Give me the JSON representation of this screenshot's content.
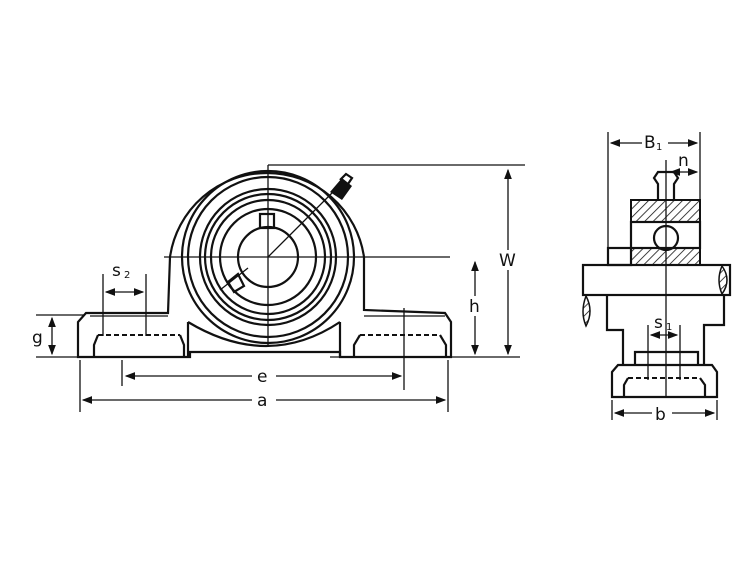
{
  "title": "Pillow block bearing dimension drawing",
  "front_view": {
    "labels": {
      "s2": "s",
      "s2_sub": "2",
      "g": "g",
      "e": "e",
      "a": "a",
      "h": "h",
      "W": "W"
    }
  },
  "side_view": {
    "labels": {
      "B1": "B",
      "B1_sub": "1",
      "n": "n",
      "s1": "s",
      "s1_sub": "1",
      "b": "b"
    }
  },
  "colors": {
    "line": "#111111",
    "background": "#ffffff"
  }
}
